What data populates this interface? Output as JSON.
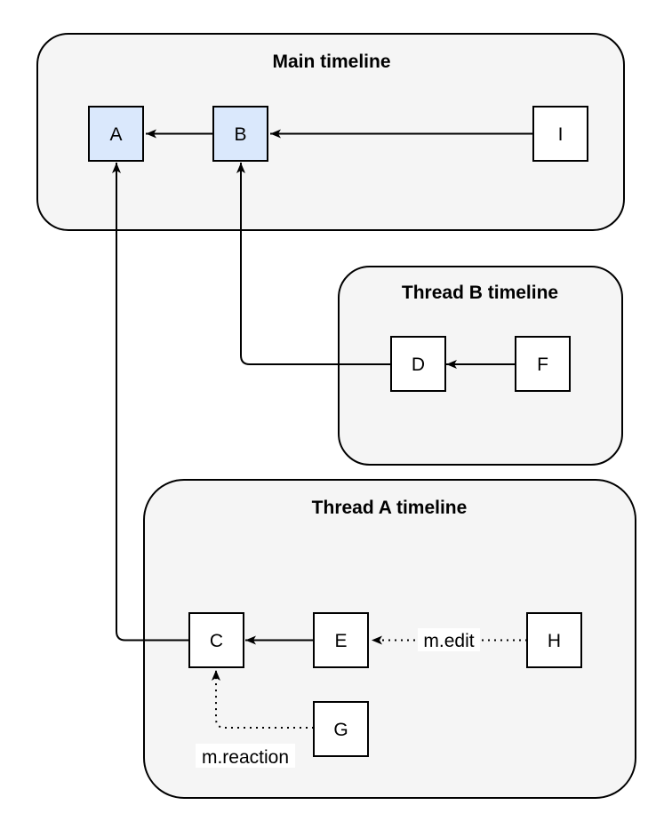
{
  "colors": {
    "background": "#ffffff",
    "container_fill": "#f5f5f5",
    "container_stroke": "#000000",
    "node_fill": "#ffffff",
    "node_highlight_fill": "#dae8fc",
    "node_stroke": "#000000",
    "edge_color": "#000000",
    "label_background": "#ffffff",
    "text_color": "#000000"
  },
  "containers": [
    {
      "id": "main-timeline",
      "title": "Main timeline"
    },
    {
      "id": "thread-b-timeline",
      "title": "Thread B timeline"
    },
    {
      "id": "thread-a-timeline",
      "title": "Thread A timeline"
    }
  ],
  "nodes": [
    {
      "id": "A",
      "label": "A",
      "timeline": "Main timeline",
      "highlighted": true
    },
    {
      "id": "B",
      "label": "B",
      "timeline": "Main timeline",
      "highlighted": true
    },
    {
      "id": "I",
      "label": "I",
      "timeline": "Main timeline",
      "highlighted": false
    },
    {
      "id": "D",
      "label": "D",
      "timeline": "Thread B timeline",
      "highlighted": false
    },
    {
      "id": "F",
      "label": "F",
      "timeline": "Thread B timeline",
      "highlighted": false
    },
    {
      "id": "C",
      "label": "C",
      "timeline": "Thread A timeline",
      "highlighted": false
    },
    {
      "id": "E",
      "label": "E",
      "timeline": "Thread A timeline",
      "highlighted": false
    },
    {
      "id": "H",
      "label": "H",
      "timeline": "Thread A timeline",
      "highlighted": false
    },
    {
      "id": "G",
      "label": "G",
      "timeline": "Thread A timeline",
      "highlighted": false
    }
  ],
  "edges": [
    {
      "from": "B",
      "to": "A",
      "style": "solid",
      "label": ""
    },
    {
      "from": "I",
      "to": "B",
      "style": "solid",
      "label": ""
    },
    {
      "from": "F",
      "to": "D",
      "style": "solid",
      "label": ""
    },
    {
      "from": "D",
      "to": "B",
      "style": "solid",
      "label": ""
    },
    {
      "from": "E",
      "to": "C",
      "style": "solid",
      "label": ""
    },
    {
      "from": "H",
      "to": "E",
      "style": "dotted",
      "label": "m.edit"
    },
    {
      "from": "C",
      "to": "A",
      "style": "solid",
      "label": ""
    },
    {
      "from": "G",
      "to": "C",
      "style": "dotted",
      "label": "m.reaction"
    }
  ]
}
